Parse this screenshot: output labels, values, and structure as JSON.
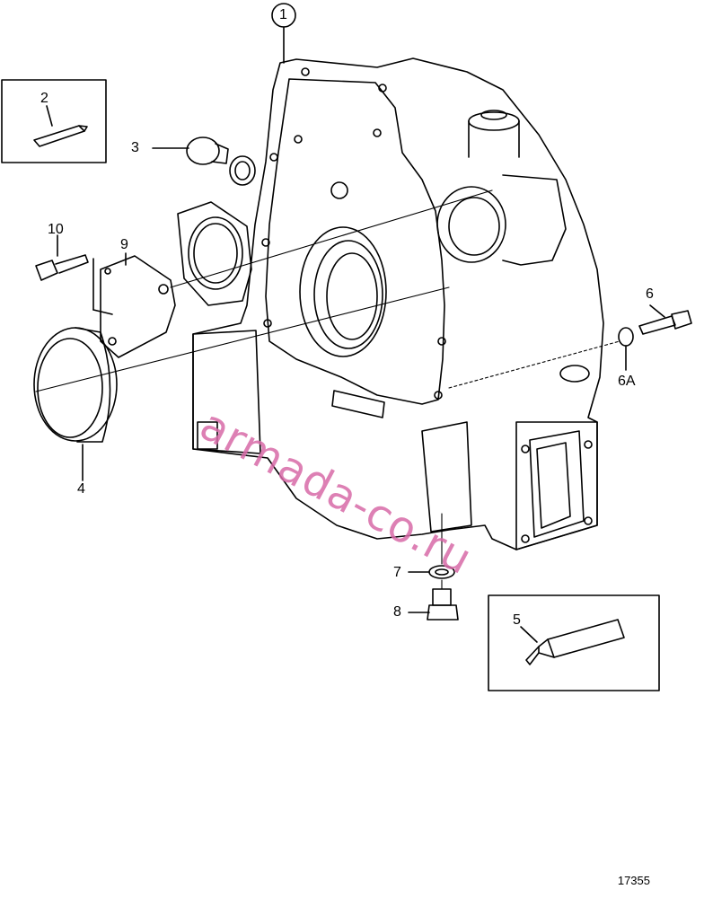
{
  "callouts": {
    "c1": "1",
    "c2": "2",
    "c3": "3",
    "c4": "4",
    "c5": "5",
    "c6": "6",
    "c6a": "6A",
    "c7": "7",
    "c8": "8",
    "c9": "9",
    "c10": "10"
  },
  "drawing_number": "17355",
  "watermark": "armada-co.ru",
  "colors": {
    "line": "#000000",
    "watermark": "#d86aa8",
    "background": "#ffffff"
  }
}
